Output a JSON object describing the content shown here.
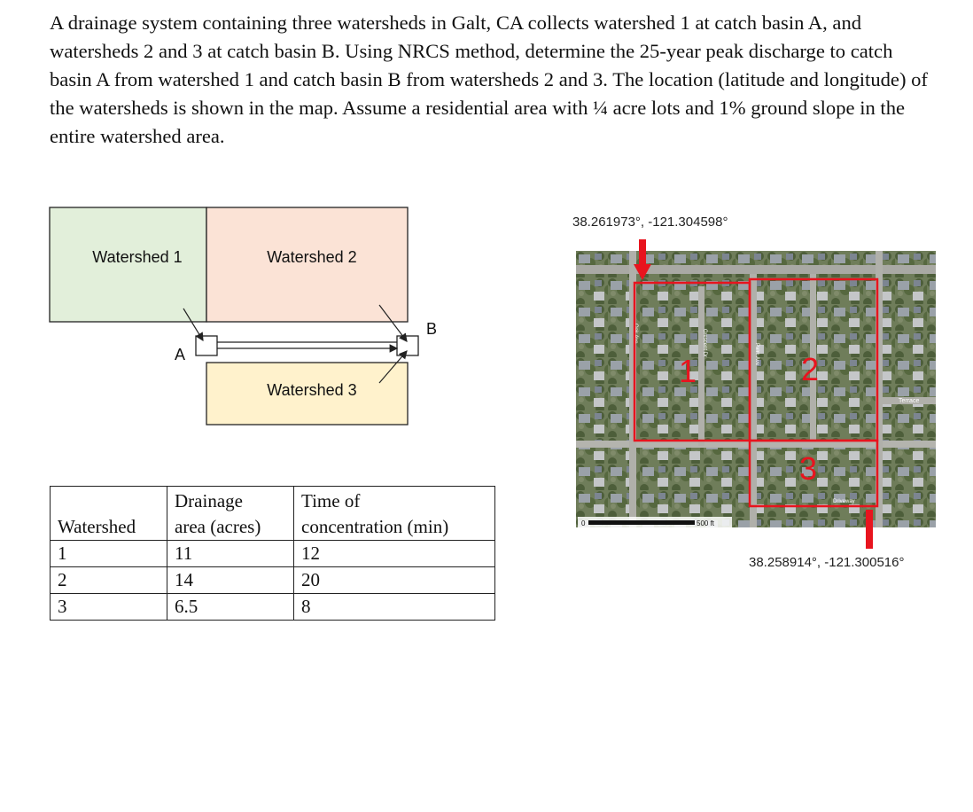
{
  "problem_text": "A drainage system containing three watersheds in Galt, CA collects watershed 1 at catch basin A, and watersheds 2 and 3 at catch basin B. Using NRCS method, determine the 25-year peak discharge to catch basin A from watershed 1 and catch basin B from watersheds 2 and 3. The location (latitude and longitude) of the watersheds is shown in the map. Assume a residential area with ¼ acre lots and 1% ground slope in the entire watershed area.",
  "schematic": {
    "watershed1": "Watershed 1",
    "watershed2": "Watershed 2",
    "watershed3": "Watershed 3",
    "basin_a": "A",
    "basin_b": "B",
    "colors": {
      "w1": "#e2efda",
      "w2": "#fbe3d6",
      "w3": "#fff2cc"
    }
  },
  "table": {
    "headers": [
      {
        "line1": "",
        "line2": "Watershed"
      },
      {
        "line1": "Drainage",
        "line2": "area (acres)"
      },
      {
        "line1": "Time of",
        "line2": "concentration (min)"
      }
    ],
    "rows": [
      [
        "1",
        "11",
        "12"
      ],
      [
        "2",
        "14",
        "20"
      ],
      [
        "3",
        "6.5",
        "8"
      ]
    ]
  },
  "map": {
    "coord_top": "38.261973°, -121.304598°",
    "coord_bottom": "38.258914°, -121.300516°",
    "zone_labels": [
      "1",
      "2",
      "3"
    ],
    "street_labels": [
      "Crescent Dr",
      "Palm Ave",
      "Oak Ave",
      "Terrace",
      "Driveway"
    ],
    "scale_start": "0",
    "scale_end": "500 ft",
    "boundary_color": "#e8141e"
  }
}
